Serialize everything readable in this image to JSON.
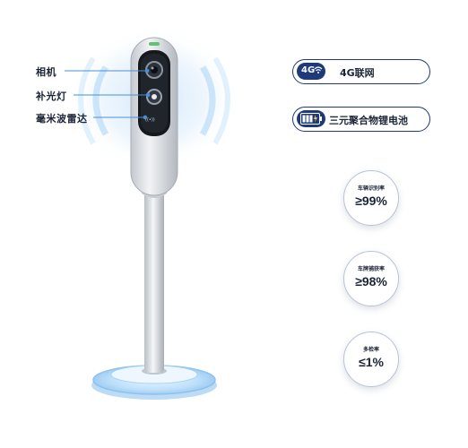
{
  "callouts": {
    "camera": "相机",
    "fill_light": "补光灯",
    "radar": "毫米波雷达"
  },
  "features": [
    {
      "icon": "4g-signal-icon",
      "badge": "4G",
      "label": "4G联网"
    },
    {
      "icon": "battery-icon",
      "label": "三元聚合物锂电池"
    }
  ],
  "stats": [
    {
      "label": "车辆识别率",
      "value": "≥99%"
    },
    {
      "label": "车牌捕获率",
      "value": "≥98%"
    },
    {
      "label": "多检率",
      "value": "≤1%"
    }
  ],
  "colors": {
    "accent": "#1f3a7a",
    "glow": "#a9d2f5",
    "body": "#e2e5ea"
  }
}
